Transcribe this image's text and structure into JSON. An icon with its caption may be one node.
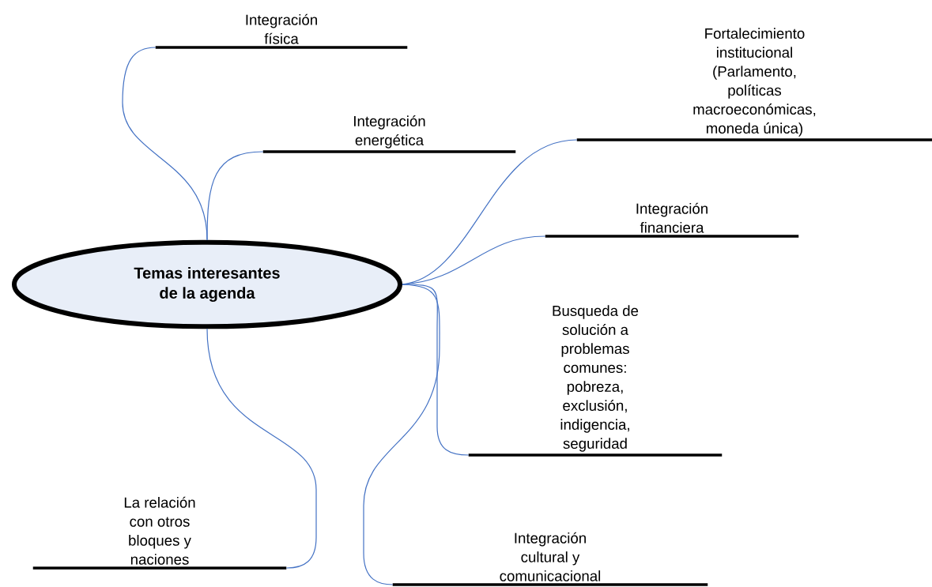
{
  "diagram": {
    "nodes": [
      {
        "text": [
          "Integración física"
        ]
      },
      {
        "text": [
          "Fortalecimiento institucional (Parlamento, políticas macroeconómicas, moneda única)"
        ]
      },
      {
        "text": [
          "Integración energética"
        ]
      },
      {
        "text": [
          "Integración financiera"
        ]
      },
      {
        "text": [
          "Temas interesantes de la agenda"
        ]
      },
      {
        "text": [
          "Busqueda de solución a problemas comunes: pobreza, exclusión, indigencia, seguridad"
        ]
      },
      {
        "text": [
          "La relación con otros bloques y naciones"
        ]
      },
      {
        "text": [
          "Integración cultural y comunicacional"
        ]
      }
    ],
    "edges": [
      {
        "from": 4,
        "to": 0,
        "arrow": "none"
      },
      {
        "from": 4,
        "to": 2,
        "arrow": "none"
      },
      {
        "from": 4,
        "to": 1,
        "arrow": "none"
      },
      {
        "from": 4,
        "to": 3,
        "arrow": "none"
      },
      {
        "from": 4,
        "to": 5,
        "arrow": "none"
      },
      {
        "from": 4,
        "to": 7,
        "arrow": "none"
      },
      {
        "from": 4,
        "to": 6,
        "arrow": "none"
      }
    ]
  }
}
